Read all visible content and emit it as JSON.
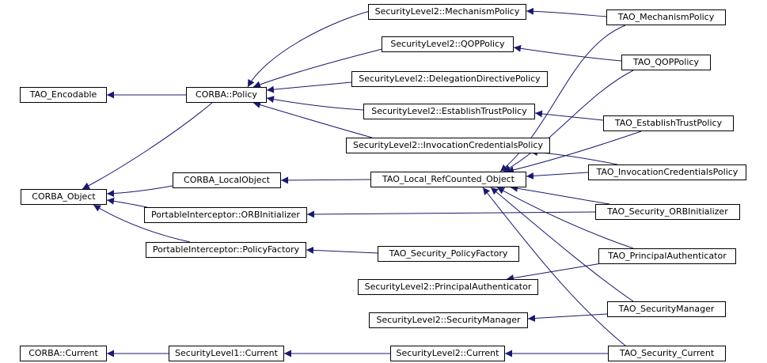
{
  "nodes": {
    "mechanism_policy": "SecurityLevel2::MechanismPolicy",
    "tao_mechanism_policy": "TAO_MechanismPolicy",
    "qop_policy": "SecurityLevel2::QOPPolicy",
    "tao_qop_policy": "TAO_QOPPolicy",
    "tao_encodable": "TAO_Encodable",
    "corba_policy": "CORBA::Policy",
    "delegation_directive_policy": "SecurityLevel2::DelegationDirectivePolicy",
    "establish_trust_policy": "SecurityLevel2::EstablishTrustPolicy",
    "tao_establish_trust_policy": "TAO_EstablishTrustPolicy",
    "invocation_credentials_policy": "SecurityLevel2::InvocationCredentialsPolicy",
    "corba_local_object": "CORBA_LocalObject",
    "tao_local_refcounted_object": "TAO_Local_RefCounted_Object",
    "tao_invocation_credentials_policy": "TAO_InvocationCredentialsPolicy",
    "corba_object": "CORBA_Object",
    "orb_initializer": "PortableInterceptor::ORBInitializer",
    "tao_security_orb_initializer": "TAO_Security_ORBInitializer",
    "policy_factory": "PortableInterceptor::PolicyFactory",
    "tao_security_policy_factory": "TAO_Security_PolicyFactory",
    "tao_principal_authenticator": "TAO_PrincipalAuthenticator",
    "principal_authenticator": "SecurityLevel2::PrincipalAuthenticator",
    "tao_security_manager": "TAO_SecurityManager",
    "security_manager": "SecurityLevel2::SecurityManager",
    "corba_current": "CORBA::Current",
    "securitylevel1_current": "SecurityLevel1::Current",
    "securitylevel2_current": "SecurityLevel2::Current",
    "tao_security_current": "TAO_Security_Current"
  },
  "edge_color": "#191970"
}
